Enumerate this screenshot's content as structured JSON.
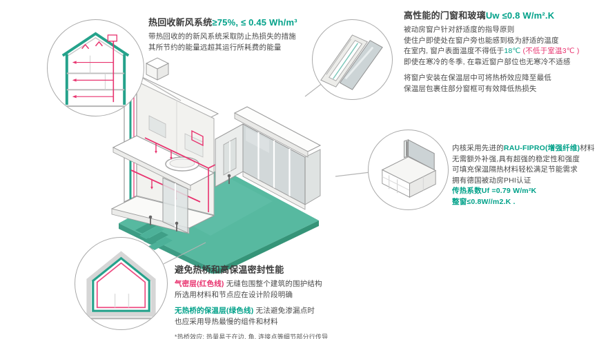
{
  "colors": {
    "green": "#00a189",
    "pink": "#e8326e",
    "ground_teal": "#57b9a0",
    "duct_red": "#e8326e",
    "text_dark": "#404040"
  },
  "callout_heat_recovery": {
    "icon": "house-section-ventilation-diagram",
    "title_prefix": "热回收新风系统",
    "title_value": "≥75%, ≤ 0.45 Wh/m³",
    "body": [
      "带热回收的的新风系统采取防止热损失的措施",
      "其所节约的能量远超其运行所耗费的能量"
    ]
  },
  "callout_windows": {
    "icon": "window-corner-detail",
    "title_prefix": "高性能的门窗和玻璃",
    "title_value": "Uw ≤0.8 W/m².K",
    "body_1": "被动房窗户针对舒适度的指导原则",
    "body_2": "使住户即使处在窗户旁也能感到极为舒适的温度",
    "body_3_pre": "在室内, 窗户表面温度不得低于",
    "body_3_temp": "18℃",
    "body_3_note": " (不低于室温3℃ )",
    "body_4": "即使在寒冷的冬季, 在靠近窗户部位也无寒冷不适感",
    "body_5": "将窗户安装在保温层中可将热桥效应降至最低",
    "body_6": "保温层包裹住部分窗框可有效降低热损失"
  },
  "callout_profile": {
    "icon": "window-frame-profile",
    "line_1_pre": "内核采用先进的",
    "line_1_highlight": "RAU-FIPRO(增强纤维)",
    "line_1_post": "材料",
    "line_2": "无需额外补强,具有超强的稳定性和强度",
    "line_3": "可填充保温隔热材料轻松满足节能需求",
    "line_4": "拥有德国被动房PHI认证",
    "line_5": "传热系数Uf =0.79 W/m²K",
    "line_6": "整窗≤0.8W//m2.K ."
  },
  "callout_thermal": {
    "icon": "house-outline-insulation-diagram",
    "title": "避免热桥和高保温密封性能",
    "line_1_highlight": "气密层(红色线)",
    "line_1_rest": " 无缝包围整个建筑的围护结构",
    "line_2": "所选用材料和节点应在设计阶段明确",
    "line_3_highlight": "无热桥的保温层(绿色线)",
    "line_3_rest": " 无法避免渗漏点时",
    "line_4": "也应采用导热最慢的组件和材料",
    "footnote": "*热桥效应: 热量易于在边, 角, 连接点等细节部分行传导"
  }
}
